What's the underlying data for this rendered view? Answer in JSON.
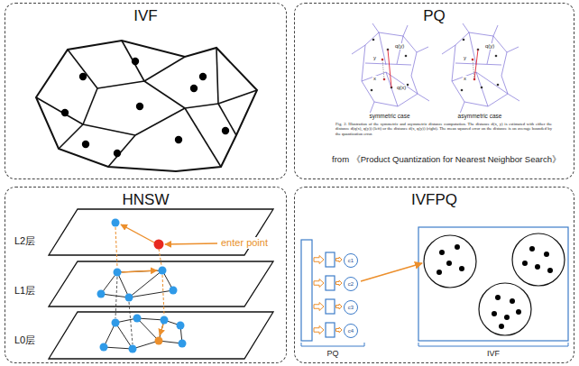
{
  "diagram": {
    "nodes": [
      {
        "text": [
          "IVF"
        ]
      },
      {
        "text": [
          "PQ"
        ]
      },
      {
        "text": [
          "HNSW"
        ]
      },
      {
        "text": [
          "IVFPQ"
        ]
      },
      {
        "text": [
          "c1"
        ],
        "in": 3
      },
      {
        "text": [
          "c2"
        ],
        "in": 3
      },
      {
        "text": [
          "c3"
        ],
        "in": 3
      },
      {
        "text": [
          "c4"
        ],
        "in": 3
      }
    ],
    "labels": [
      "q(y)",
      "y",
      "x",
      "q(x)",
      "q(y)",
      "y",
      "x",
      "symmetric case",
      "asymmetric case",
      "Fig. 2. Illustration of the symmetric and asymmetric distance computation. The distance d(x, y) is estimated with either the distance d(q(x), q(y)) (left) or the distance d(x, q(y)) (right). The mean squared error on the distance is on average bounded by the quantization error.",
      "from 《Product Quantization for Nearest Neighbor Search》",
      "L2层",
      "enter point",
      "L1层",
      "L0层",
      "PQ",
      "IVF"
    ]
  }
}
